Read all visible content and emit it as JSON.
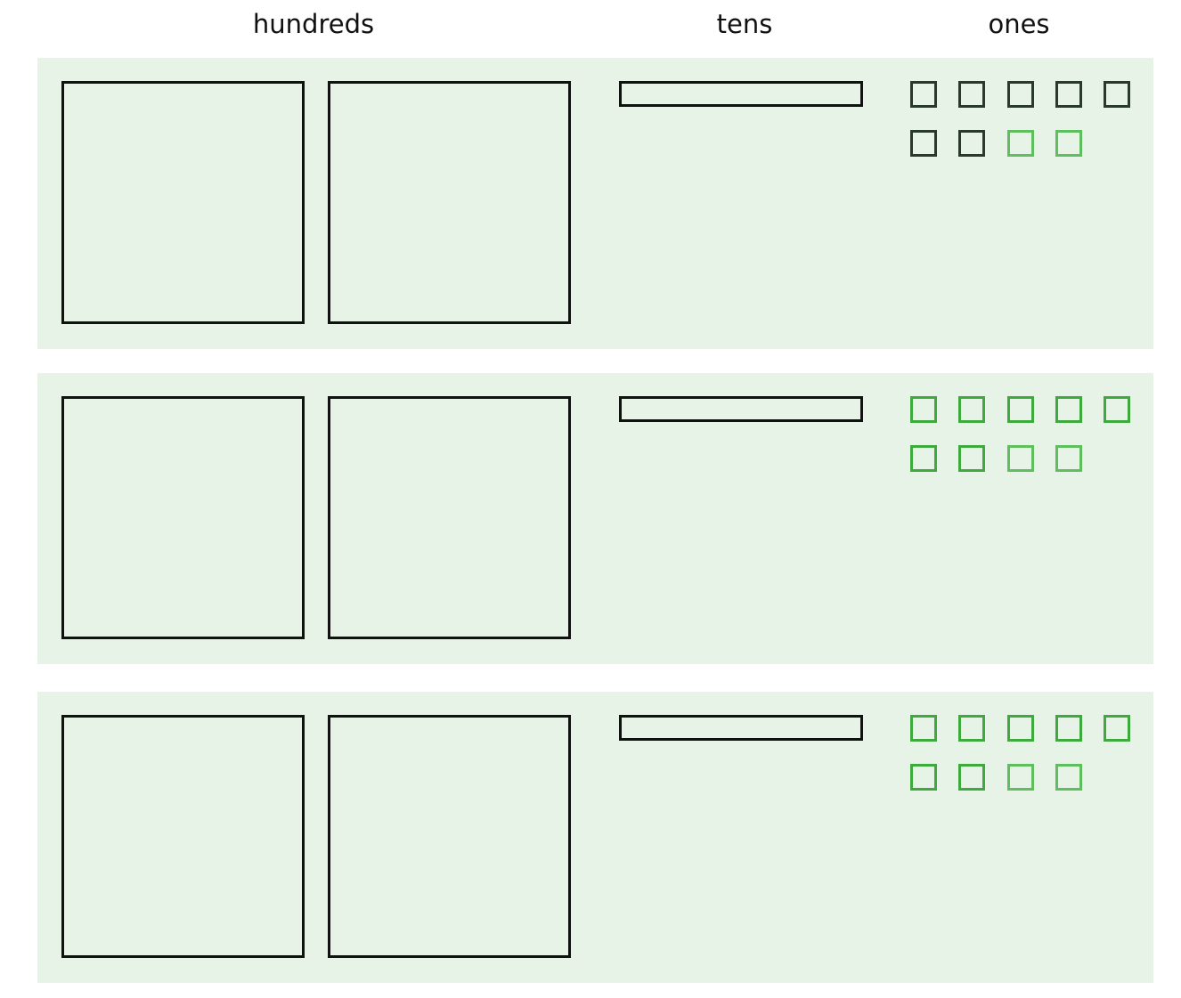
{
  "headers": {
    "hundreds": "hundreds",
    "tens": "tens",
    "ones": "ones"
  },
  "colors": {
    "panel_background": "#e8f3e8",
    "block_outline": "#111111",
    "ones_crossed": "#2a3a2a",
    "ones_bright": "#3daa3d",
    "ones_light": "#5fbf5f"
  },
  "rows": [
    {
      "hundreds": 2,
      "tens": 1,
      "ones": [
        "crossed",
        "crossed",
        "crossed",
        "crossed",
        "crossed",
        "crossed",
        "crossed",
        "light",
        "light"
      ]
    },
    {
      "hundreds": 2,
      "tens": 1,
      "ones": [
        "bright",
        "bright",
        "bright",
        "bright",
        "bright",
        "bright",
        "bright",
        "light",
        "light"
      ]
    },
    {
      "hundreds": 2,
      "tens": 1,
      "ones": [
        "bright",
        "bright",
        "bright",
        "bright",
        "bright",
        "bright",
        "bright",
        "light",
        "light"
      ]
    }
  ]
}
